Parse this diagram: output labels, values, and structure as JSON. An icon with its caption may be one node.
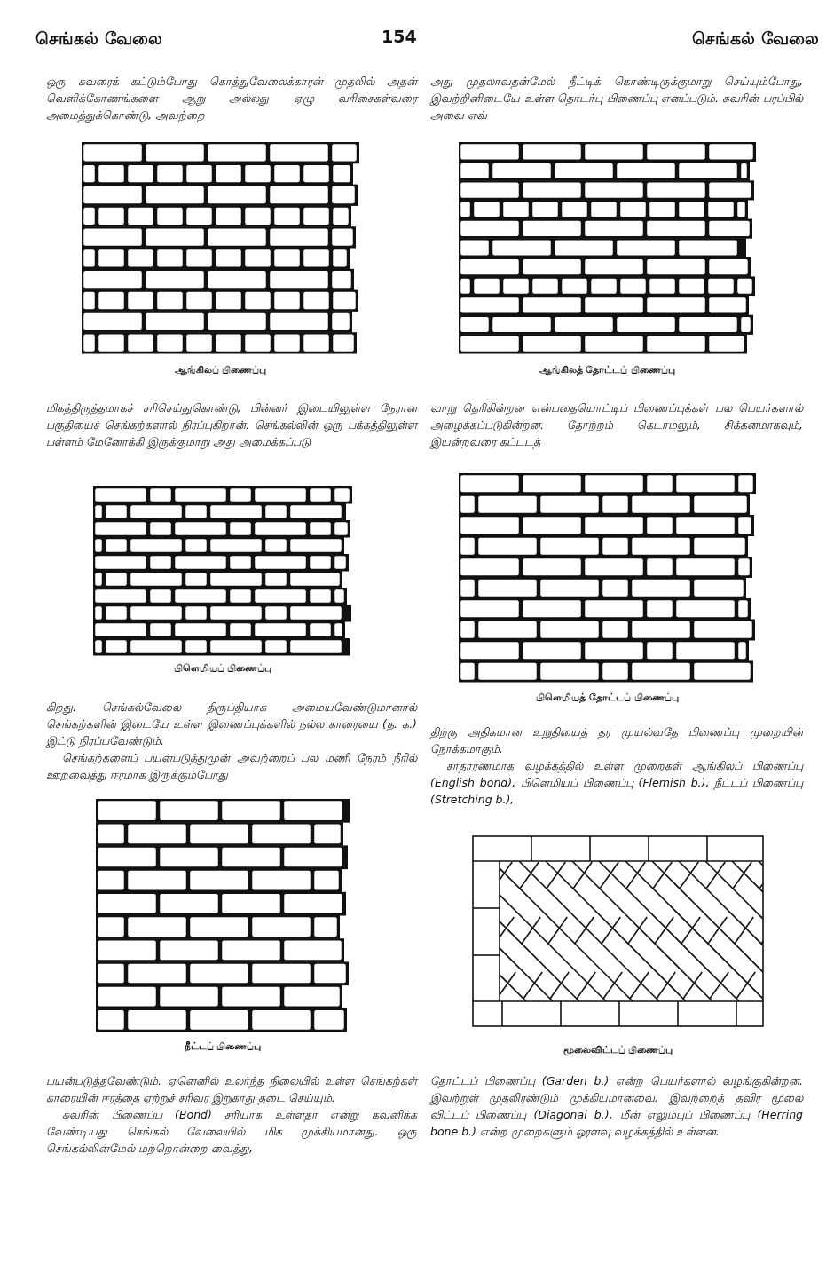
{
  "diagram": {
    "labels": [
      "செங்கல் வேலை",
      "154",
      "செங்கல் வேலை",
      "ஒரு சுவரைக் கட்டும்போது கொத்துவேலைக்காரன் முதலில் அதன் வெளிக்கோணங்களை ஆறு அல்லது ஏழு வரிசைகள்வரை அமைத்துக்கொண்டு, அவற்றை",
      "அது முதலாவதன்மேல் நீட்டிக் கொண்டிருக்குமாறு செய்யும்போது, இவற்றினிடையே உள்ள தொடர்பு பிணைப்பு எனப்படும். சுவரின் பரப்பில் அவை எவ்",
      "ஆங்கிலப் பிணைப்பு",
      "ஆங்கிலத் தோட்டப் பிணைப்பு",
      "மிகத்திருத்தமாகச் சரிசெய்துகொண்டு, பின்னர் இடையிலுள்ள நேரான பகுதியைச் செங்கற்களால் நிரப்புகிறான். செங்கல்லின் ஒரு பக்கத்திலுள்ள பள்ளம் மேனோக்கி இருக்குமாறு அது அமைக்கப்படு",
      "வாறு தெரிகின்றன என்பதையொட்டிப் பிணைப்புக்கள் பல பெயர்களால் அழைக்கப்படுகின்றன. தோற்றம் கெடாமலும், சிக்கனமாகவும், இயன்றவரை கட்டடத்",
      "பிளெமியப் பிணைப்பு",
      "பிளெமியத் தோட்டப் பிணைப்பு",
      "கிறது. செங்கல்வேலை திருப்தியாக அமையவேண்டுமானால் செங்கற்களின் இடையே உள்ள இணைப்புக்களில் நல்ல காரையை (த. க.) இட்டு நிரப்பவேண்டும்.",
      "செங்கற்களைப் பயன்படுத்துமுன் அவற்றைப் பல மணி நேரம் நீரில் ஊறவைத்து ஈரமாக இருக்கும்போது",
      "திற்கு அதிகமான உறுதியைத் தர முயல்வதே பிணைப்பு முறையின் நோக்கமாகும்.",
      "சாதாரணமாக வழக்கத்தில் உள்ள முறைகள் ஆங்கிலப் பிணைப்பு (English bond), பிளெமியப் பிணைப்பு (Flemish b.), நீட்டப் பிணைப்பு (Stretching b.),",
      "நீட்டப் பிணைப்பு",
      "மூலைவிட்டப் பிணைப்பு",
      "பயன்படுத்தவேண்டும். ஏனெனில் உலர்ந்த நிலையில் உள்ள செங்கற்கள் காரையின் ஈரத்தை ஏற்றுச் சரிவர இறுகாது தடை செய்யும்.",
      "சுவரின் பிணைப்பு (Bond) சரியாக உள்ளதா என்று கவனிக்க வேண்டியது செங்கல் வேலையில் மிக முக்கியமானது. ஒரு செங்கல்லின்மேல் மற்றொன்றை வைத்து,",
      "தோட்டப் பிணைப்பு (Garden b.) என்ற பெயர்களால் வழங்குகின்றன. இவற்றுள் முதலிரண்டும் முக்கியமானவை. இவற்றைத் தவிர மூலை விட்டப் பிணைப்பு (Diagonal b.), மீன் எலும்புப் பிணைப்பு (Herring bone b.) என்ற முறைகளும் ஓரளவு வழக்கத்தில் உள்ளன."
    ]
  }
}
